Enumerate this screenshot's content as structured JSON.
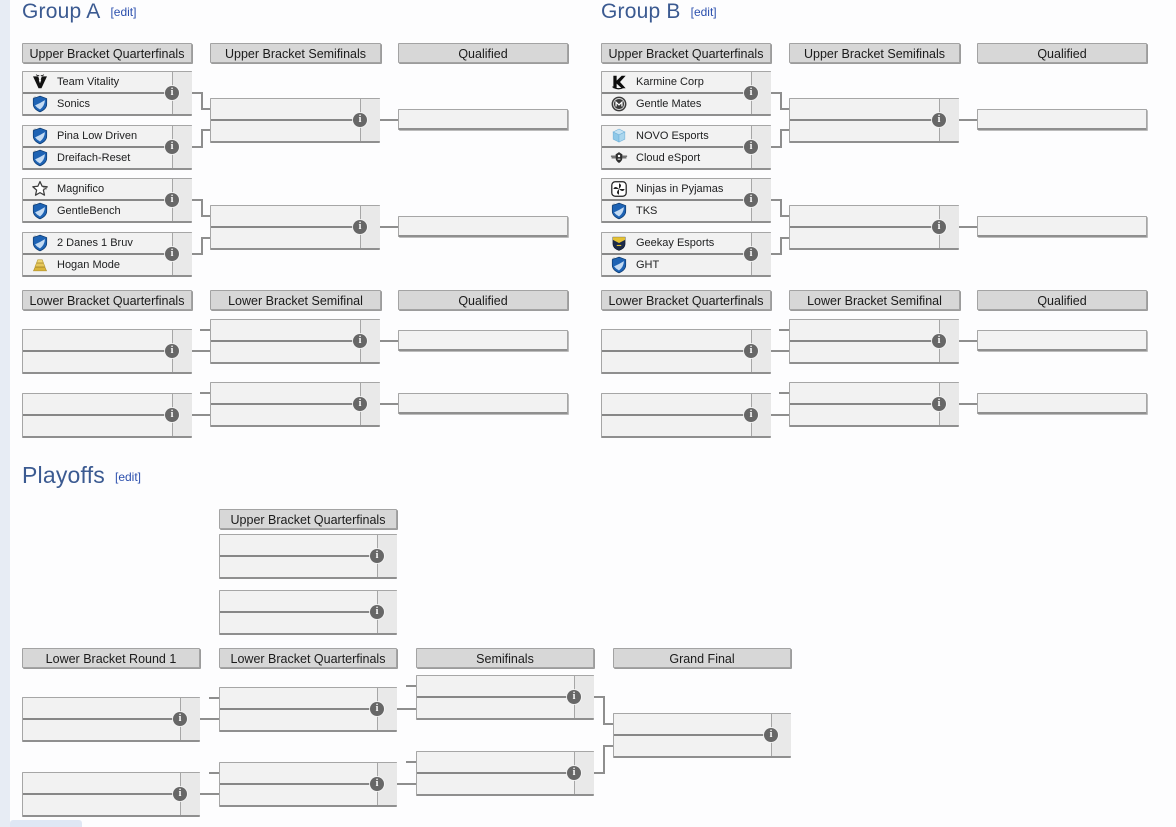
{
  "groups": [
    {
      "title": "Group A",
      "edit": "[edit]",
      "upper_headers": [
        "Upper Bracket Quarterfinals",
        "Upper Bracket Semifinals",
        "Qualified"
      ],
      "lower_headers": [
        "Lower Bracket Quarterfinals",
        "Lower Bracket Semifinal",
        "Qualified"
      ],
      "upper_quarterfinals": [
        {
          "top": {
            "name": "Team Vitality",
            "icon": "vitality-logo"
          },
          "bottom": {
            "name": "Sonics",
            "icon": "rl-shield"
          }
        },
        {
          "top": {
            "name": "Pina Low Driven",
            "icon": "rl-shield"
          },
          "bottom": {
            "name": "Dreifach-Reset",
            "icon": "rl-shield"
          }
        },
        {
          "top": {
            "name": "Magnifico",
            "icon": "star-logo"
          },
          "bottom": {
            "name": "GentleBench",
            "icon": "rl-shield"
          }
        },
        {
          "top": {
            "name": "2 Danes 1 Bruv",
            "icon": "rl-shield"
          },
          "bottom": {
            "name": "Hogan Mode",
            "icon": "gold-bars-logo"
          }
        }
      ]
    },
    {
      "title": "Group B",
      "edit": "[edit]",
      "upper_headers": [
        "Upper Bracket Quarterfinals",
        "Upper Bracket Semifinals",
        "Qualified"
      ],
      "lower_headers": [
        "Lower Bracket Quarterfinals",
        "Lower Bracket Semifinal",
        "Qualified"
      ],
      "upper_quarterfinals": [
        {
          "top": {
            "name": "Karmine Corp",
            "icon": "karmine-logo"
          },
          "bottom": {
            "name": "Gentle Mates",
            "icon": "gentle-mates-logo"
          }
        },
        {
          "top": {
            "name": "NOVO Esports",
            "icon": "novo-cube-logo"
          },
          "bottom": {
            "name": "Cloud eSport",
            "icon": "cloud-wings-logo"
          }
        },
        {
          "top": {
            "name": "Ninjas in Pyjamas",
            "icon": "nip-logo"
          },
          "bottom": {
            "name": "TKS",
            "icon": "rl-shield"
          }
        },
        {
          "top": {
            "name": "Geekay Esports",
            "icon": "geekay-shield-logo"
          },
          "bottom": {
            "name": "GHT",
            "icon": "rl-shield"
          }
        }
      ]
    }
  ],
  "playoffs": {
    "title": "Playoffs",
    "edit": "[edit]",
    "headers": {
      "upper_quarterfinals": "Upper Bracket Quarterfinals",
      "lower_round1": "Lower Bracket Round 1",
      "lower_quarterfinals": "Lower Bracket Quarterfinals",
      "semifinals": "Semifinals",
      "grand_final": "Grand Final"
    }
  }
}
